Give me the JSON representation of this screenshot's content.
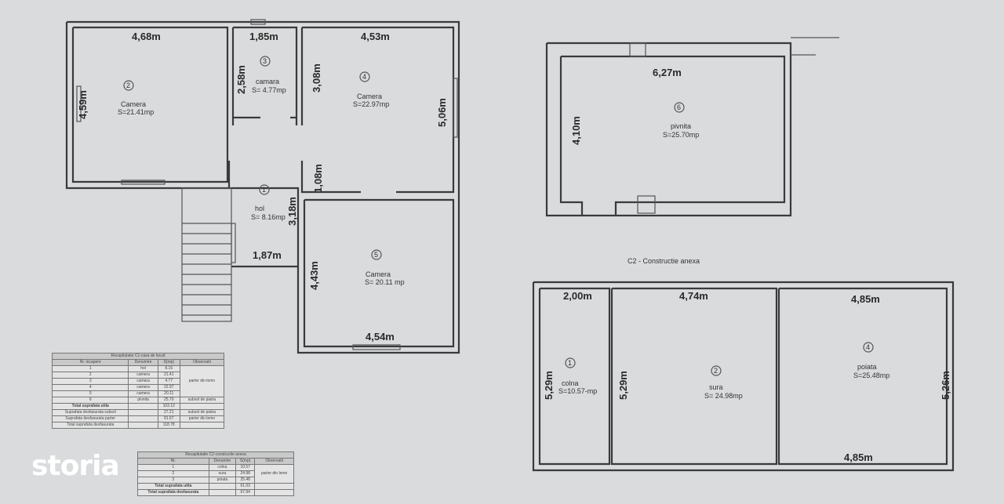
{
  "plan_c1": {
    "rooms": [
      {
        "num": "1",
        "name": "hol",
        "area": "S= 8.16mp"
      },
      {
        "num": "2",
        "name": "Camera",
        "area": "S=21.41mp"
      },
      {
        "num": "3",
        "name": "camara",
        "area": "S= 4.77mp"
      },
      {
        "num": "4",
        "name": "Camera",
        "area": "S=22.97mp"
      },
      {
        "num": "5",
        "name": "Camera",
        "area": "S= 20.11 mp"
      }
    ],
    "dims": {
      "r2w": "4,68m",
      "r2h": "4,59m",
      "r3w": "1,85m",
      "r3h": "2,58m",
      "r4w": "4,53m",
      "r4h": "3,08m",
      "r4h2": "5,06m",
      "hol_a": "1,08m",
      "hol_h": "3,18m",
      "hol_w": "1,87m",
      "r5h": "4,43m",
      "r5w": "4,54m"
    }
  },
  "plan_basement": {
    "num": "6",
    "name": "pivnita",
    "area": "S=25.70mp",
    "w": "6,27m",
    "h": "4,10m"
  },
  "plan_c2": {
    "title": "C2 - Constructie anexa",
    "rooms": [
      {
        "num": "1",
        "name": "colna",
        "area": "S=10.57-mp",
        "w": "2,00m",
        "h": "5,29m"
      },
      {
        "num": "2",
        "name": "sura",
        "area": "S= 24.98mp",
        "w": "4,74m",
        "h": "5,29m"
      },
      {
        "num": "4",
        "name": "poiata",
        "area": "S=25.48mp",
        "w": "4,85m",
        "h": "5,26m",
        "w2": "4,85m"
      }
    ]
  },
  "table_c1": {
    "title": "Recapitulatie  C1-casa de locuit",
    "headers": [
      "Nr. incapere",
      "Denumire",
      "S(mp)",
      "Observatii"
    ],
    "rows": [
      [
        "1",
        "hol",
        "8.16"
      ],
      [
        "2",
        "camera",
        "21.41"
      ],
      [
        "3",
        "camara",
        "4.77"
      ],
      [
        "4",
        "camera",
        "22.97"
      ],
      [
        "5",
        "camera",
        "20.11"
      ],
      [
        "6",
        "pivnita",
        "25.70",
        "subsol de piatra"
      ]
    ],
    "obs_parter": "parter din lemn",
    "totals": [
      [
        "Total suprafata utila",
        "103.12",
        ""
      ],
      [
        "Suprafata desfasurata subsol",
        "27.21",
        "subsol de piatra"
      ],
      [
        "Suprafata desfasurata parter",
        "91.57",
        "parter din lemn"
      ],
      [
        "Total suprafata desfasurata",
        "118.78",
        ""
      ]
    ]
  },
  "table_c2": {
    "title": "Recapitulatie  C2-constructie anexa",
    "headers": [
      "Nr.",
      "Denumire",
      "S(mp)",
      "Observatii"
    ],
    "rows": [
      [
        "1",
        "colna",
        "10.57"
      ],
      [
        "2",
        "sura",
        "24.98"
      ],
      [
        "3",
        "poiata",
        "25.48"
      ]
    ],
    "obs": "parter din lemn",
    "totals": [
      [
        "Total suprafata utila",
        "61.03"
      ],
      [
        "Total suprafata desfasurata",
        "67.94"
      ]
    ]
  },
  "watermark": "storia"
}
